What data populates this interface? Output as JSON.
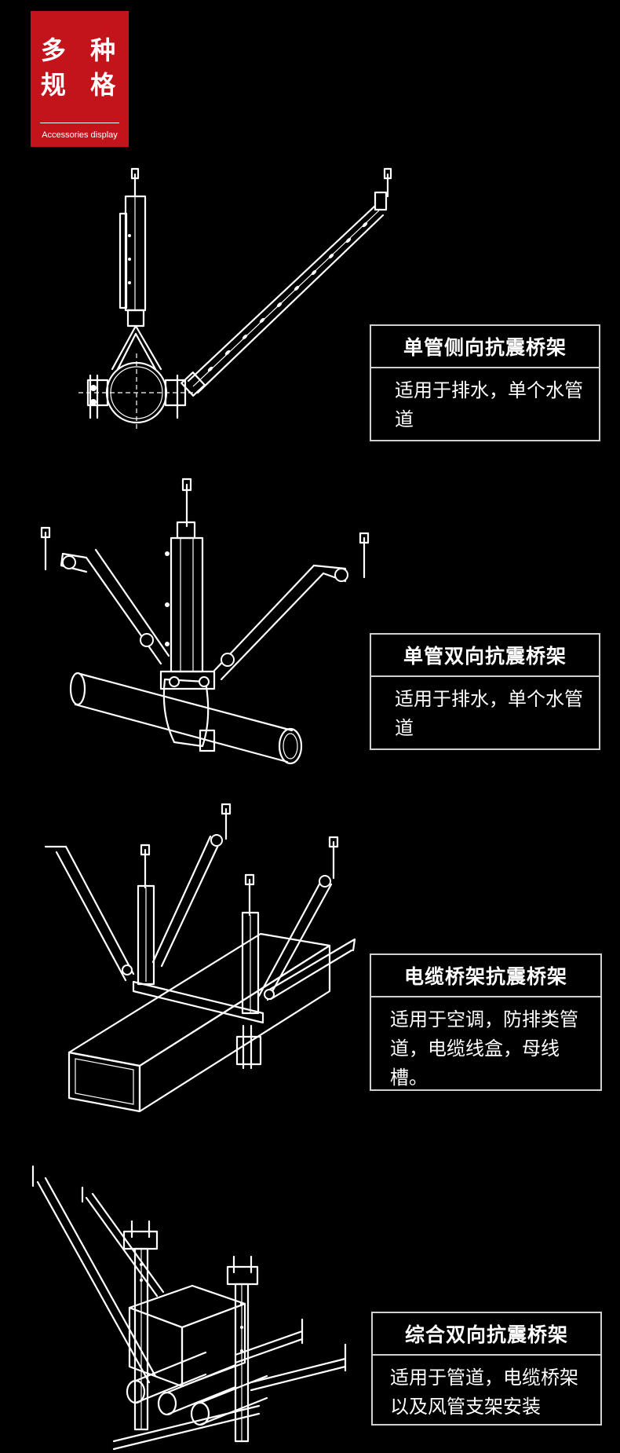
{
  "badge": {
    "line1": "多 种",
    "line2": "规 格",
    "subtitle": "Accessories display",
    "color": "#c4141b"
  },
  "items": [
    {
      "title": "单管侧向抗震桥架",
      "description": "适用于排水，单个水管道"
    },
    {
      "title": "单管双向抗震桥架",
      "description": "适用于排水，单个水管道"
    },
    {
      "title": "电缆桥架抗震桥架",
      "description": "适用于空调，防排类管道，电缆线盒，母线槽。"
    },
    {
      "title": "综合双向抗震桥架",
      "description": "适用于管道，电缆桥架以及风管支架安装"
    }
  ]
}
